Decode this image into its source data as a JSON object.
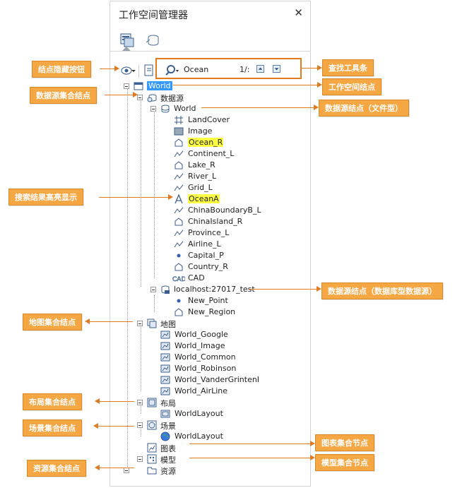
{
  "panel": {
    "title": "工作空间管理器",
    "close": "✕"
  },
  "find": {
    "value": "Ocean",
    "count": "1/:"
  },
  "tree": {
    "workspace": "World",
    "datasources": "数据源",
    "ds_world": "World",
    "datasets": [
      "LandCover",
      "Image",
      "Ocean_R",
      "Continent_L",
      "Lake_R",
      "River_L",
      "Grid_L",
      "OceanA",
      "ChinaBoundaryB_L",
      "ChinaIsland_R",
      "Province_L",
      "Airline_L",
      "Capital_P",
      "Country_R",
      "CAD"
    ],
    "ds_db": "localhost:27017_test",
    "db_datasets": [
      "New_Point",
      "New_Region"
    ],
    "maps": "地图",
    "map_items": [
      "World_Google",
      "World_Image",
      "World_Common",
      "World_Robinson",
      "World_VanderGrintenI",
      "World_AirLine"
    ],
    "layouts": "布局",
    "layout_items": [
      "WorldLayout"
    ],
    "scenes": "场景",
    "scene_items": [
      "WorldLayout"
    ],
    "charts": "图表",
    "models": "模型",
    "resources": "资源"
  },
  "callouts": {
    "node_toggle": "结点隐藏按钮",
    "find_toolbar": "查找工具条",
    "ds_collection": "数据源集合结点",
    "workspace_node": "工作空间结点",
    "ds_file": "数据源结点（文件型）",
    "search_highlight": "搜索结果高亮显示",
    "ds_database": "数据源结点（数据库型数据源）",
    "map_collection": "地图集合结点",
    "layout_collection": "布局集合结点",
    "scene_collection": "场景集合结点",
    "chart_collection": "图表集合节点",
    "model_collection": "模型集合节点",
    "resource_collection": "资源集合结点"
  }
}
